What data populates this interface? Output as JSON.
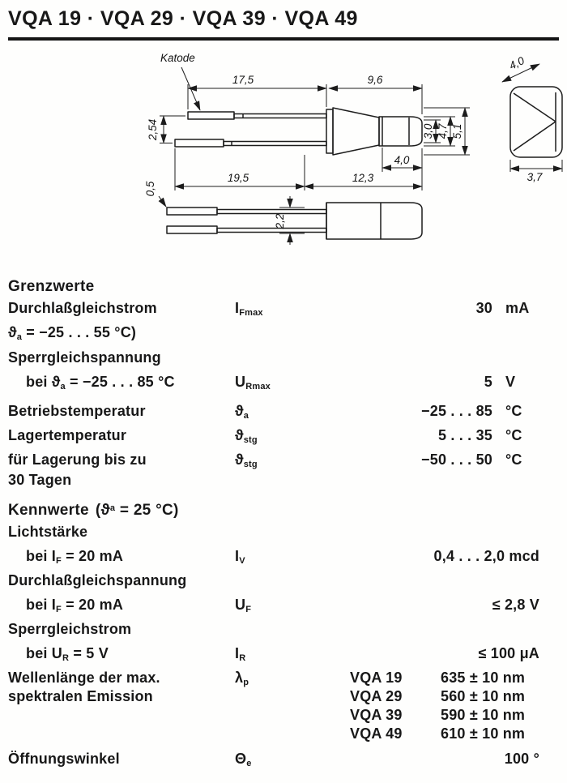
{
  "page": {
    "title": "VQA 19 · VQA 29 · VQA 39 · VQA 49"
  },
  "drawing": {
    "katode": "Katode",
    "dims": {
      "lead_top": "17,5",
      "body_len": "9,6",
      "pitch": "2,54",
      "lead_bottom": "19,5",
      "body_total": "12,3",
      "h_inner": "3,0",
      "h_mid": "4,7",
      "h_outer": "5,1",
      "tip_len": "4,0",
      "face_width": "4,0",
      "face_depth": "3,7",
      "lead_thickness": "0,5",
      "lead_span": "2,2"
    }
  },
  "grenzwerte": {
    "heading": "Grenzwerte",
    "rows": [
      {
        "label": "Durchlaßgleichstrom",
        "cond_pre": "ϑ",
        "cond_sub": "a",
        "cond_post": " = −25 . . . 55 °C)",
        "sym": "I",
        "sym_sub": "Fmax",
        "value": "30",
        "unit": "mA"
      },
      {
        "label": "Sperrgleichspannung"
      },
      {
        "label_pre": "bei ϑ",
        "label_sub": "a",
        "label_post": " = −25 . . . 85 °C",
        "sym": "U",
        "sym_sub": "Rmax",
        "value": "5",
        "unit": "V"
      },
      {
        "label": "Betriebstemperatur",
        "sym": "ϑ",
        "sym_sub": "a",
        "value": "−25 . . . 85",
        "unit": "°C"
      },
      {
        "label": "Lagertemperatur",
        "sym": "ϑ",
        "sym_sub": "stg",
        "value": "5 . . . 35",
        "unit": "°C"
      },
      {
        "label": "für Lagerung bis zu",
        "sym": "ϑ",
        "sym_sub": "stg",
        "value": "−50 . . . 50",
        "unit": "°C"
      },
      {
        "label": "30 Tagen"
      }
    ]
  },
  "kennwerte": {
    "heading": "Kennwerte",
    "cond_pre": "(ϑ",
    "cond_sup": "a",
    "cond_post": " = 25 °C)",
    "rows": [
      {
        "label": "Lichtstärke"
      },
      {
        "label_pre": "bei I",
        "label_sub": "F",
        "label_post": " = 20 mA",
        "sym": "I",
        "sym_sub": "V",
        "value": "0,4 . . . 2,0 mcd"
      },
      {
        "label": "Durchlaßgleichspannung"
      },
      {
        "label_pre": "bei I",
        "label_sub": "F",
        "label_post": " = 20 mA",
        "sym": "U",
        "sym_sub": "F",
        "value": "≤ 2,8 V"
      },
      {
        "label": "Sperrgleichstrom"
      },
      {
        "label_pre": "bei U",
        "label_sub": "R",
        "label_post": " = 5 V",
        "sym": "I",
        "sym_sub": "R",
        "value": "≤ 100 μA"
      }
    ],
    "wavelength": {
      "label_line1": "Wellenlänge der max.",
      "label_line2": "spektralen Emission",
      "sym": "λ",
      "sym_sub": "p",
      "entries": [
        {
          "type": "VQA 19",
          "value": "635 ± 10 nm"
        },
        {
          "type": "VQA 29",
          "value": "560 ± 10 nm"
        },
        {
          "type": "VQA 39",
          "value": "590 ± 10 nm"
        },
        {
          "type": "VQA 49",
          "value": "610 ± 10 nm"
        }
      ]
    },
    "angle": {
      "label": "Öffnungswinkel",
      "sym": "Θ",
      "sym_sub": "e",
      "value": "100 °"
    }
  }
}
